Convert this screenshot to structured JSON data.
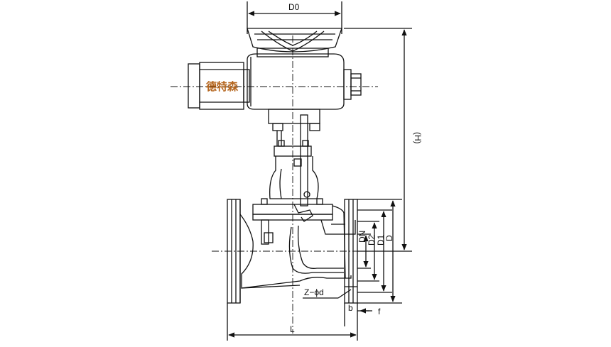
{
  "watermark": "德特森",
  "labels": {
    "d0": "D0",
    "h": "(H)",
    "dn": "DN",
    "d2": "D2",
    "d1": "D1",
    "d": "D",
    "zphid": "Z−ϕd",
    "l": "L",
    "b": "b",
    "f": "f"
  },
  "colors": {
    "line": "#111111",
    "watermark": "#b5651d"
  },
  "icons": [
    "motor-icon",
    "handwheel-icon",
    "valve-body-icon",
    "flange-icon"
  ]
}
